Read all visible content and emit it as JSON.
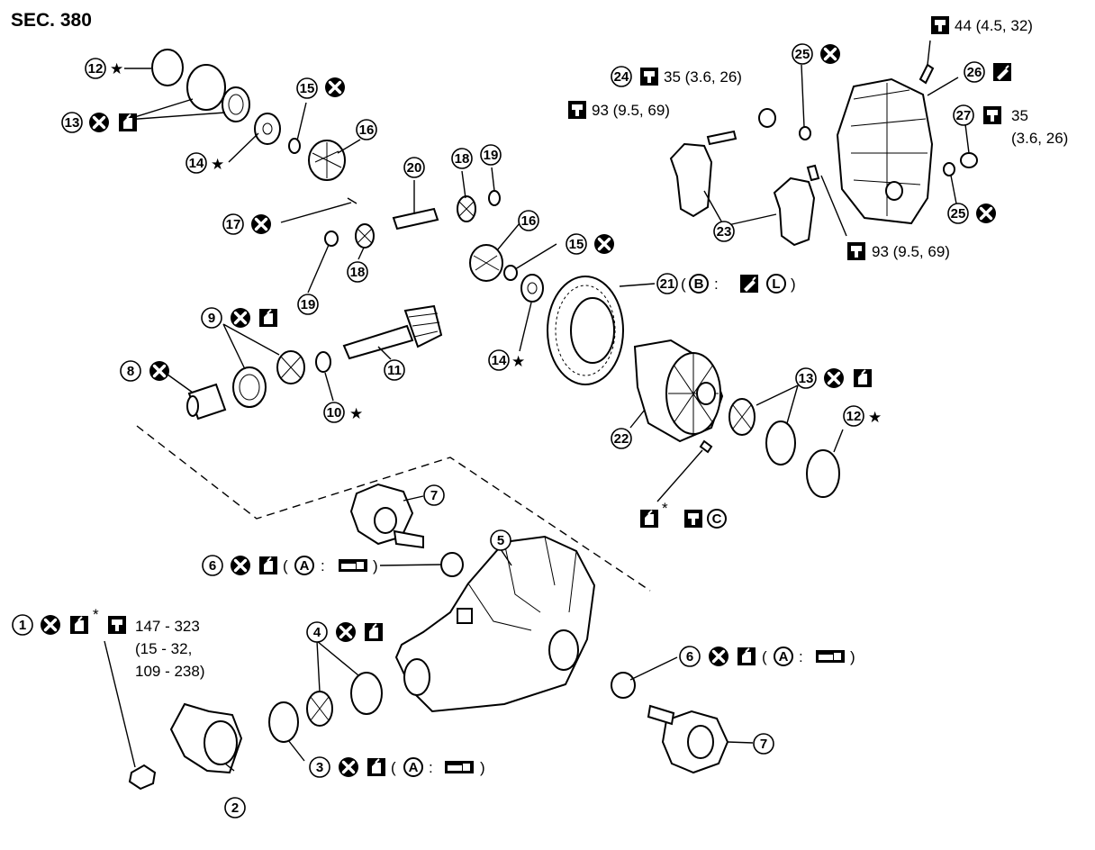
{
  "section": {
    "title": "SEC. 380"
  },
  "torque": {
    "t1": "147 - 323",
    "t1b": "(15 - 32,",
    "t1c": "109 - 238)",
    "t44": "44 (4.5, 32)",
    "t24": "35 (3.6, 26)",
    "t93a": "93 (9.5, 69)",
    "t93b": "93 (9.5, 69)",
    "t27a": "35",
    "t27b": "(3.6, 26)"
  },
  "callouts": {
    "c1": "1",
    "c2": "2",
    "c3": "3",
    "c4": "4",
    "c5": "5",
    "c6": "6",
    "c7": "7",
    "c8": "8",
    "c9": "9",
    "c10": "10",
    "c11": "11",
    "c12": "12",
    "c13": "13",
    "c14": "14",
    "c15": "15",
    "c16": "16",
    "c17": "17",
    "c18": "18",
    "c19": "19",
    "c20": "20",
    "c21": "21",
    "c22": "22",
    "c23": "23",
    "c24": "24",
    "c25": "25",
    "c26": "26",
    "c27": "27"
  },
  "legend": {
    "a": "A",
    "b": "B",
    "c": "C",
    "l": "L",
    "star": "★",
    "asterisk": "*",
    "colon": ":",
    "paren_open": "(",
    "paren_close": ")"
  },
  "icons": {
    "replace": "replace-x-icon",
    "oil": "oil-can-icon",
    "torque": "torque-wrench-icon",
    "sealant": "sealant-tube-icon",
    "grease": "grease-icon"
  }
}
